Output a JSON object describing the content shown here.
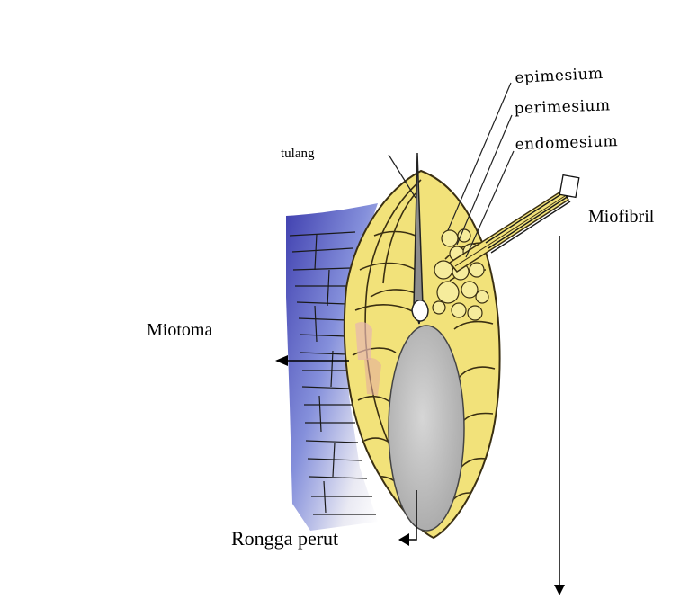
{
  "labels": {
    "tulang": "tulang",
    "epimesium": "epimesium",
    "perimesium": "perimesium",
    "endomesium": "endomesium",
    "miofibril": "Miofibril",
    "miotoma": "Miotoma",
    "rongga_perut": "Rongga perut"
  },
  "colors": {
    "muscle_yellow": "#f2e27a",
    "muscle_outline": "#3a2f12",
    "bone_gray": "#9a9a9a",
    "cavity_gray": "#c9c9c9",
    "skin_blue": "#3d3fae",
    "arrow": "#000000"
  }
}
